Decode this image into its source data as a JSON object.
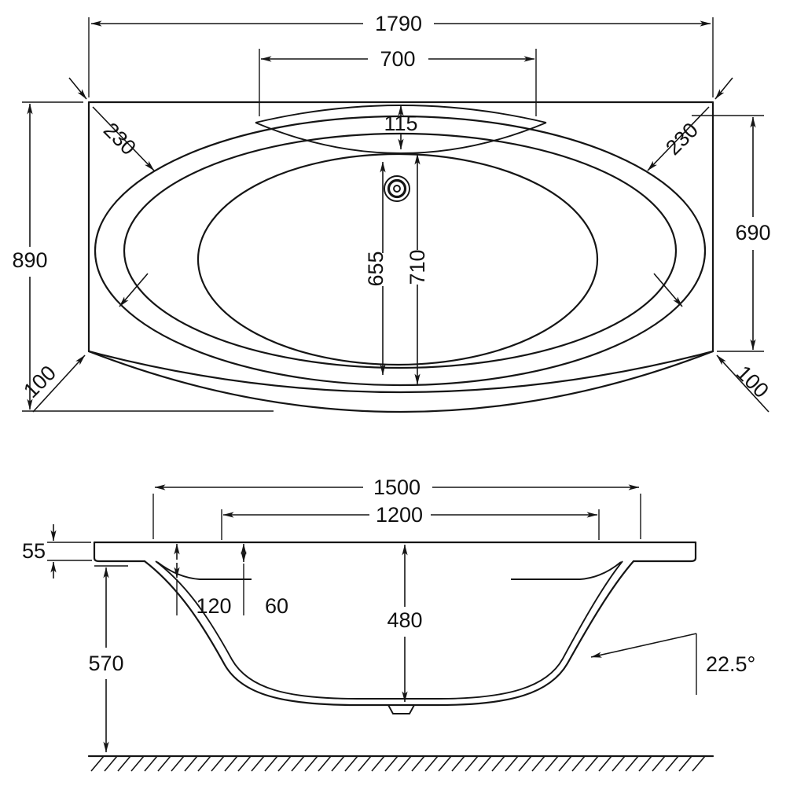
{
  "title": "Bathtub dimension drawing",
  "top_view": {
    "overall_length": "1790",
    "tap_deck_width": "700",
    "tap_deck_depth": "115",
    "corner_offset_left": "230",
    "corner_offset_right": "230",
    "overall_width": "890",
    "oval_height": "690",
    "corner_left": "100",
    "corner_right": "100",
    "basin_inner_length": "655",
    "basin_rim_length": "710"
  },
  "section_view": {
    "rim_opening_length": "1500",
    "basin_top_length": "1200",
    "rim_thickness": "55",
    "ledge_drop": "120",
    "step_drop": "60",
    "internal_depth": "480",
    "overall_height": "570",
    "wall_angle": "22.5°"
  }
}
